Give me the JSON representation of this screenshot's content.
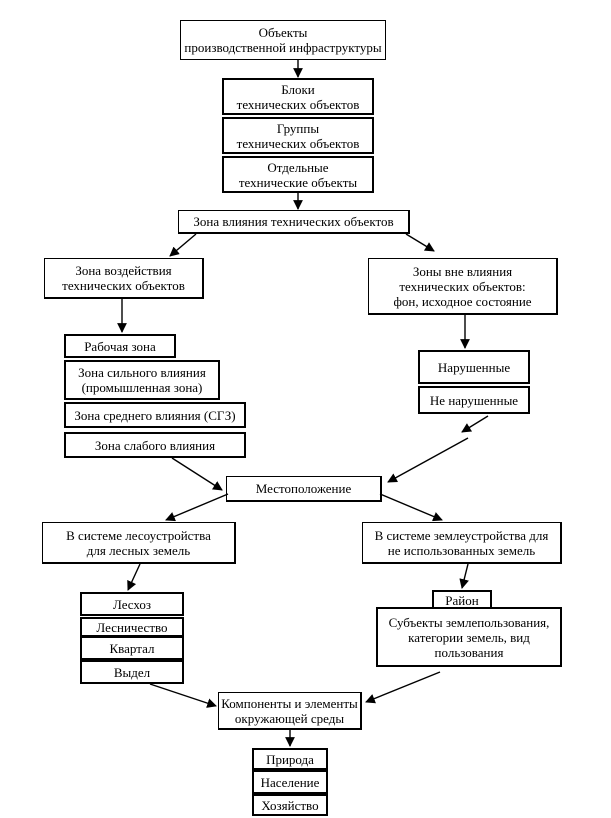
{
  "nodes": {
    "infra": "Объекты\nпроизводственной инфраструктуры",
    "blocks": "Блоки\nтехнических объектов",
    "groups": "Группы\nтехнических объектов",
    "individual": "Отдельные\nтехнические объекты",
    "influence_zone": "Зона влияния технических объектов",
    "impact_zone": "Зона воздействия\nтехнических  объектов",
    "outside_zone": "Зоны вне влияния\nтехнических объектов:\nфон, исходное  состояние",
    "working_zone": "Рабочая  зона",
    "strong_zone": "Зона сильного влияния\n(промышленная зона)",
    "medium_zone": "Зона среднего влияния (СГЗ)",
    "weak_zone": "Зона слабого влияния",
    "disturbed": "Нарушенные",
    "undisturbed": "Не нарушенные",
    "location": "Местоположение",
    "forest_system": "В системе лесоустройства\nдля лесных земель",
    "land_system": "В системе землеустройства для\nне использованных земель",
    "leskhoz": "Лесхоз",
    "forestry": "Лесничество",
    "quarter": "Квартал",
    "plot": "Выдел",
    "district": "Район",
    "land_users": "Субъекты землепользования,\nкатегории земель, вид\nпользования",
    "components": "Компоненты и элементы\nокружающей среды",
    "nature": "Природа",
    "population": "Население",
    "economy": "Хозяйство"
  }
}
